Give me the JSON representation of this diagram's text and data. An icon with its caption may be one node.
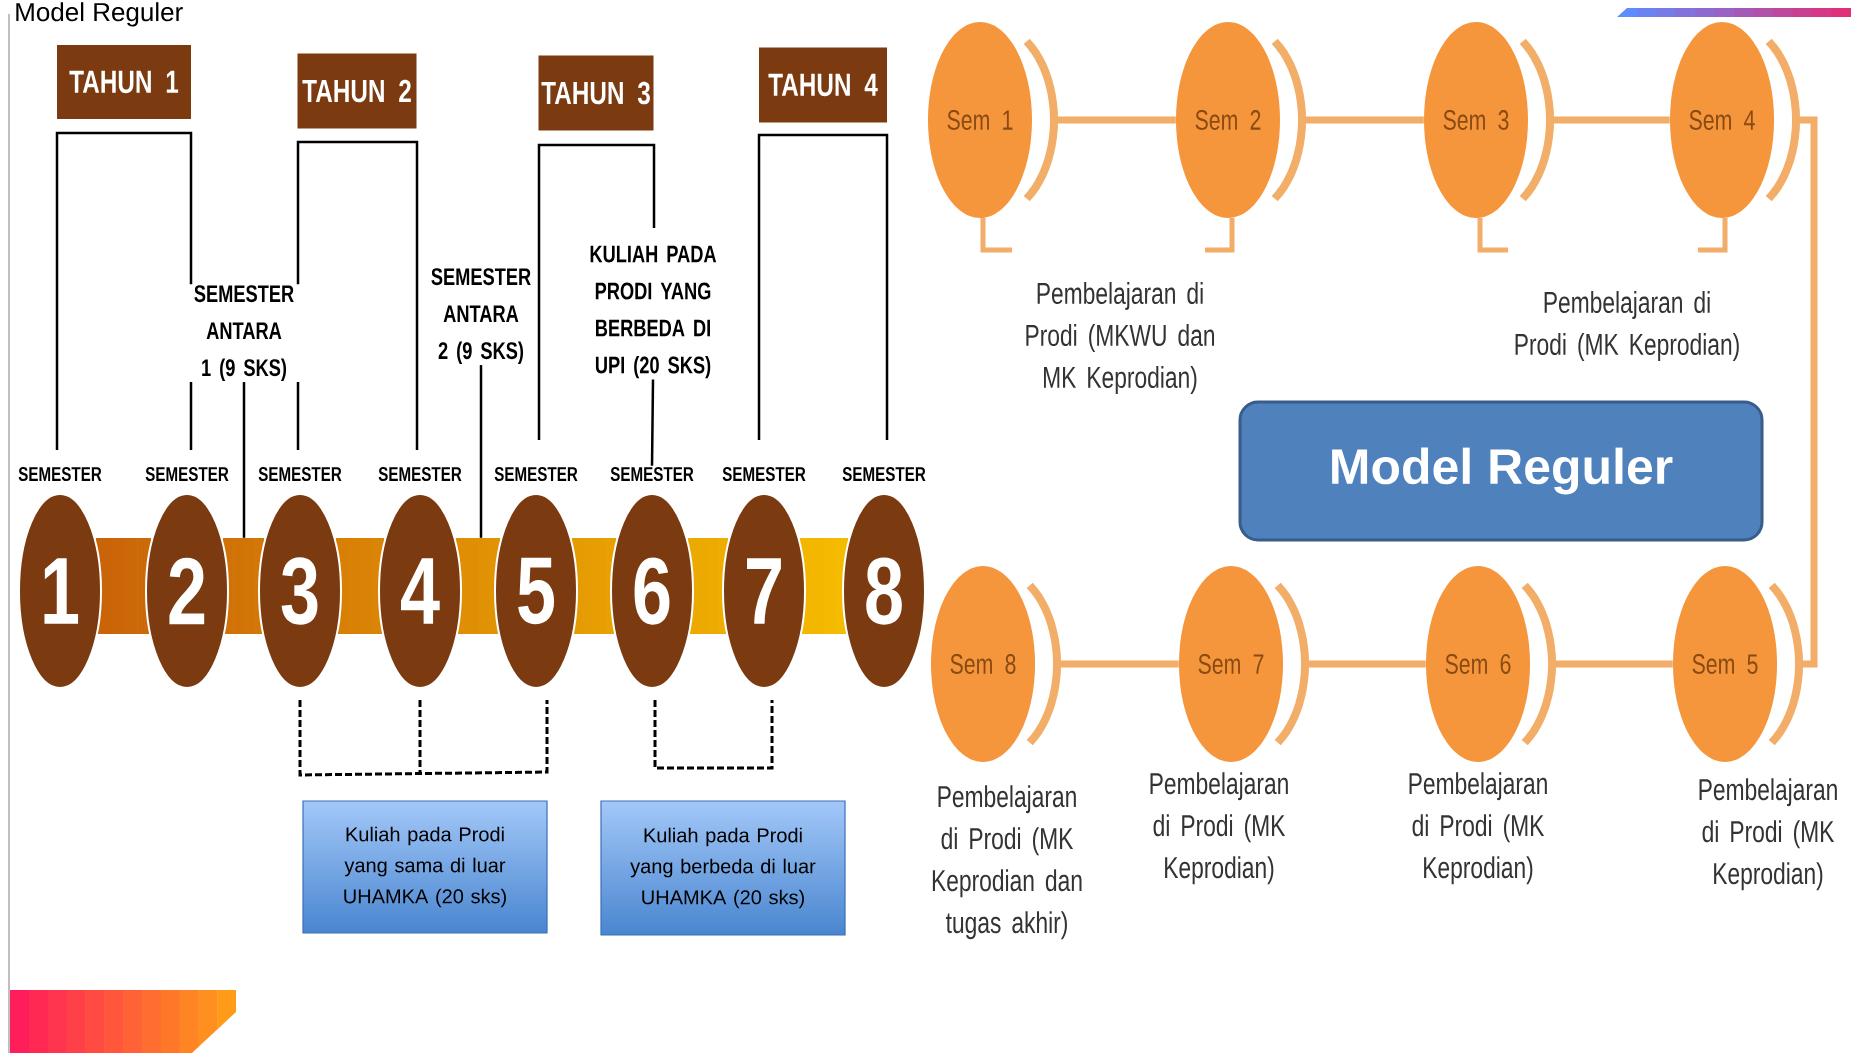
{
  "diagram": {
    "title": "Model Reguler",
    "nodes": [
      {
        "text": [
          "TAHUN 1"
        ]
      },
      {
        "text": [
          "TAHUN 2"
        ]
      },
      {
        "text": [
          "TAHUN 3"
        ]
      },
      {
        "text": [
          "TAHUN 4"
        ]
      },
      {
        "text": [
          "SEMESTER ANTARA 1 (9 SKS)"
        ]
      },
      {
        "text": [
          "SEMESTER ANTARA 2 (9 SKS)"
        ]
      },
      {
        "text": [
          "KULIAH PADA PRODI YANG BERBEDA DI UPI (20 SKS)"
        ]
      },
      {
        "text": [
          "SEMESTER",
          "1"
        ]
      },
      {
        "text": [
          "SEMESTER",
          "2"
        ]
      },
      {
        "text": [
          "SEMESTER",
          "3"
        ]
      },
      {
        "text": [
          "SEMESTER",
          "4"
        ]
      },
      {
        "text": [
          "SEMESTER",
          "5"
        ]
      },
      {
        "text": [
          "SEMESTER",
          "6"
        ]
      },
      {
        "text": [
          "SEMESTER",
          "7"
        ]
      },
      {
        "text": [
          "SEMESTER",
          "8"
        ]
      },
      {
        "text": [
          "Kuliah pada Prodi yang sama di luar UHAMKA (20 sks)"
        ]
      },
      {
        "text": [
          "Kuliah pada Prodi yang berbeda di luar UHAMKA (20 sks)"
        ]
      },
      {
        "text": [
          "Sem 1"
        ]
      },
      {
        "text": [
          "Sem 2"
        ]
      },
      {
        "text": [
          "Sem 3"
        ]
      },
      {
        "text": [
          "Sem 4"
        ]
      },
      {
        "text": [
          "Model Reguler"
        ]
      },
      {
        "text": [
          "Sem 8"
        ],
        "beside": [
          "Pembelajaran di Prodi (MK Keprodian dan tugas akhir)"
        ]
      },
      {
        "text": [
          "Sem 7"
        ],
        "beside": [
          "Pembelajaran di Prodi (MK Keprodian)"
        ]
      },
      {
        "text": [
          "Sem 6"
        ],
        "beside": [
          "Pembelajaran di Prodi (MK Keprodian)"
        ]
      },
      {
        "text": [
          "Sem 5"
        ],
        "beside": [
          "Pembelajaran di Prodi (MK Keprodian)"
        ]
      },
      {
        "text": [],
        "shape": "bar"
      },
      {
        "text": [],
        "shape": "bar"
      },
      {
        "text": [],
        "shape": "bar"
      },
      {
        "text": [],
        "shape": "bar"
      },
      {
        "text": [],
        "shape": "bar"
      },
      {
        "text": [],
        "shape": "bar"
      },
      {
        "text": [],
        "shape": "bar"
      }
    ],
    "edges": [
      {
        "from": 4,
        "to": 27,
        "arrow": "none",
        "color": "#000000"
      },
      {
        "from": 5,
        "to": 29,
        "arrow": "none",
        "color": "#000000"
      },
      {
        "from": 6,
        "to": 12,
        "arrow": "none",
        "color": "#000000"
      },
      {
        "from": 17,
        "to": 18,
        "arrow": "none"
      },
      {
        "from": 18,
        "to": 19,
        "arrow": "none"
      },
      {
        "from": 19,
        "to": 20,
        "arrow": "none"
      },
      {
        "from": 20,
        "to": 25,
        "arrow": "none"
      },
      {
        "from": 25,
        "to": 24,
        "arrow": "none"
      },
      {
        "from": 24,
        "to": 23,
        "arrow": "none"
      },
      {
        "from": 23,
        "to": 22,
        "arrow": "none"
      }
    ],
    "labels": [
      "Pembelajaran di Prodi (MKWU dan MK Keprodian)",
      "Pembelajaran di Prodi (MK Keprodian)"
    ]
  }
}
